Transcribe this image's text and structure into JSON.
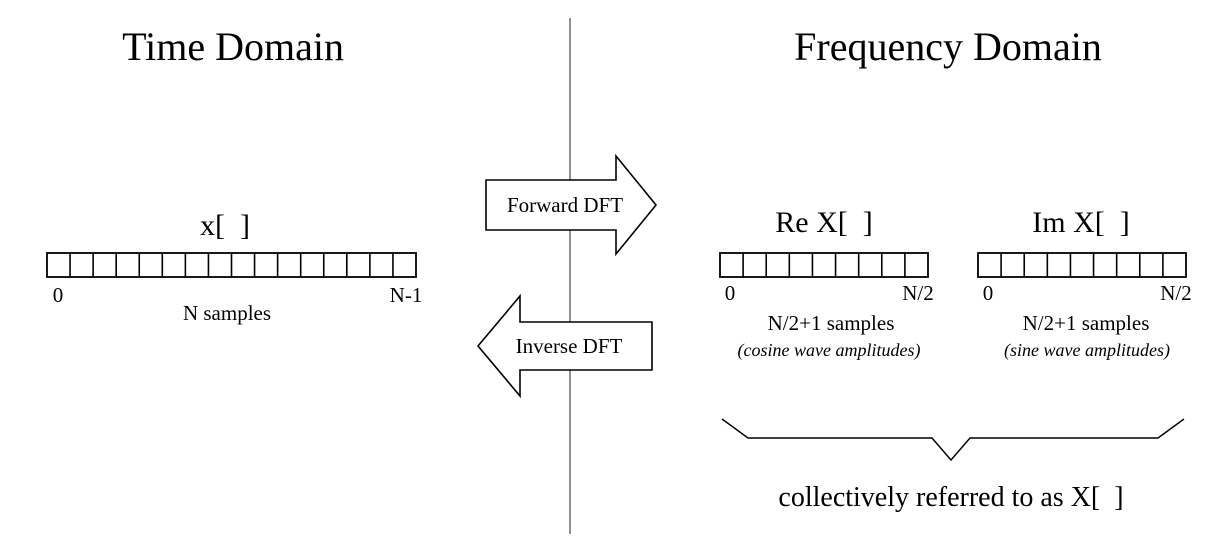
{
  "time_domain": {
    "heading": "Time Domain",
    "array_label": "x[  ]",
    "cells": 16,
    "index_start": "0",
    "index_end": "N-1",
    "sample_count": "N samples"
  },
  "frequency_domain": {
    "heading": "Frequency Domain",
    "real": {
      "array_label": "Re X[  ]",
      "cells": 9,
      "index_start": "0",
      "index_end": "N/2",
      "sample_count": "N/2+1 samples",
      "description": "(cosine wave amplitudes)"
    },
    "imag": {
      "array_label": "Im X[  ]",
      "cells": 9,
      "index_start": "0",
      "index_end": "N/2",
      "sample_count": "N/2+1 samples",
      "description": "(sine wave amplitudes)"
    },
    "brace_label": "collectively referred to as X[  ]"
  },
  "transforms": {
    "forward": "Forward DFT",
    "inverse": "Inverse DFT"
  },
  "colors": {
    "ink": "#000000",
    "background": "#ffffff",
    "divider": "#555555"
  }
}
